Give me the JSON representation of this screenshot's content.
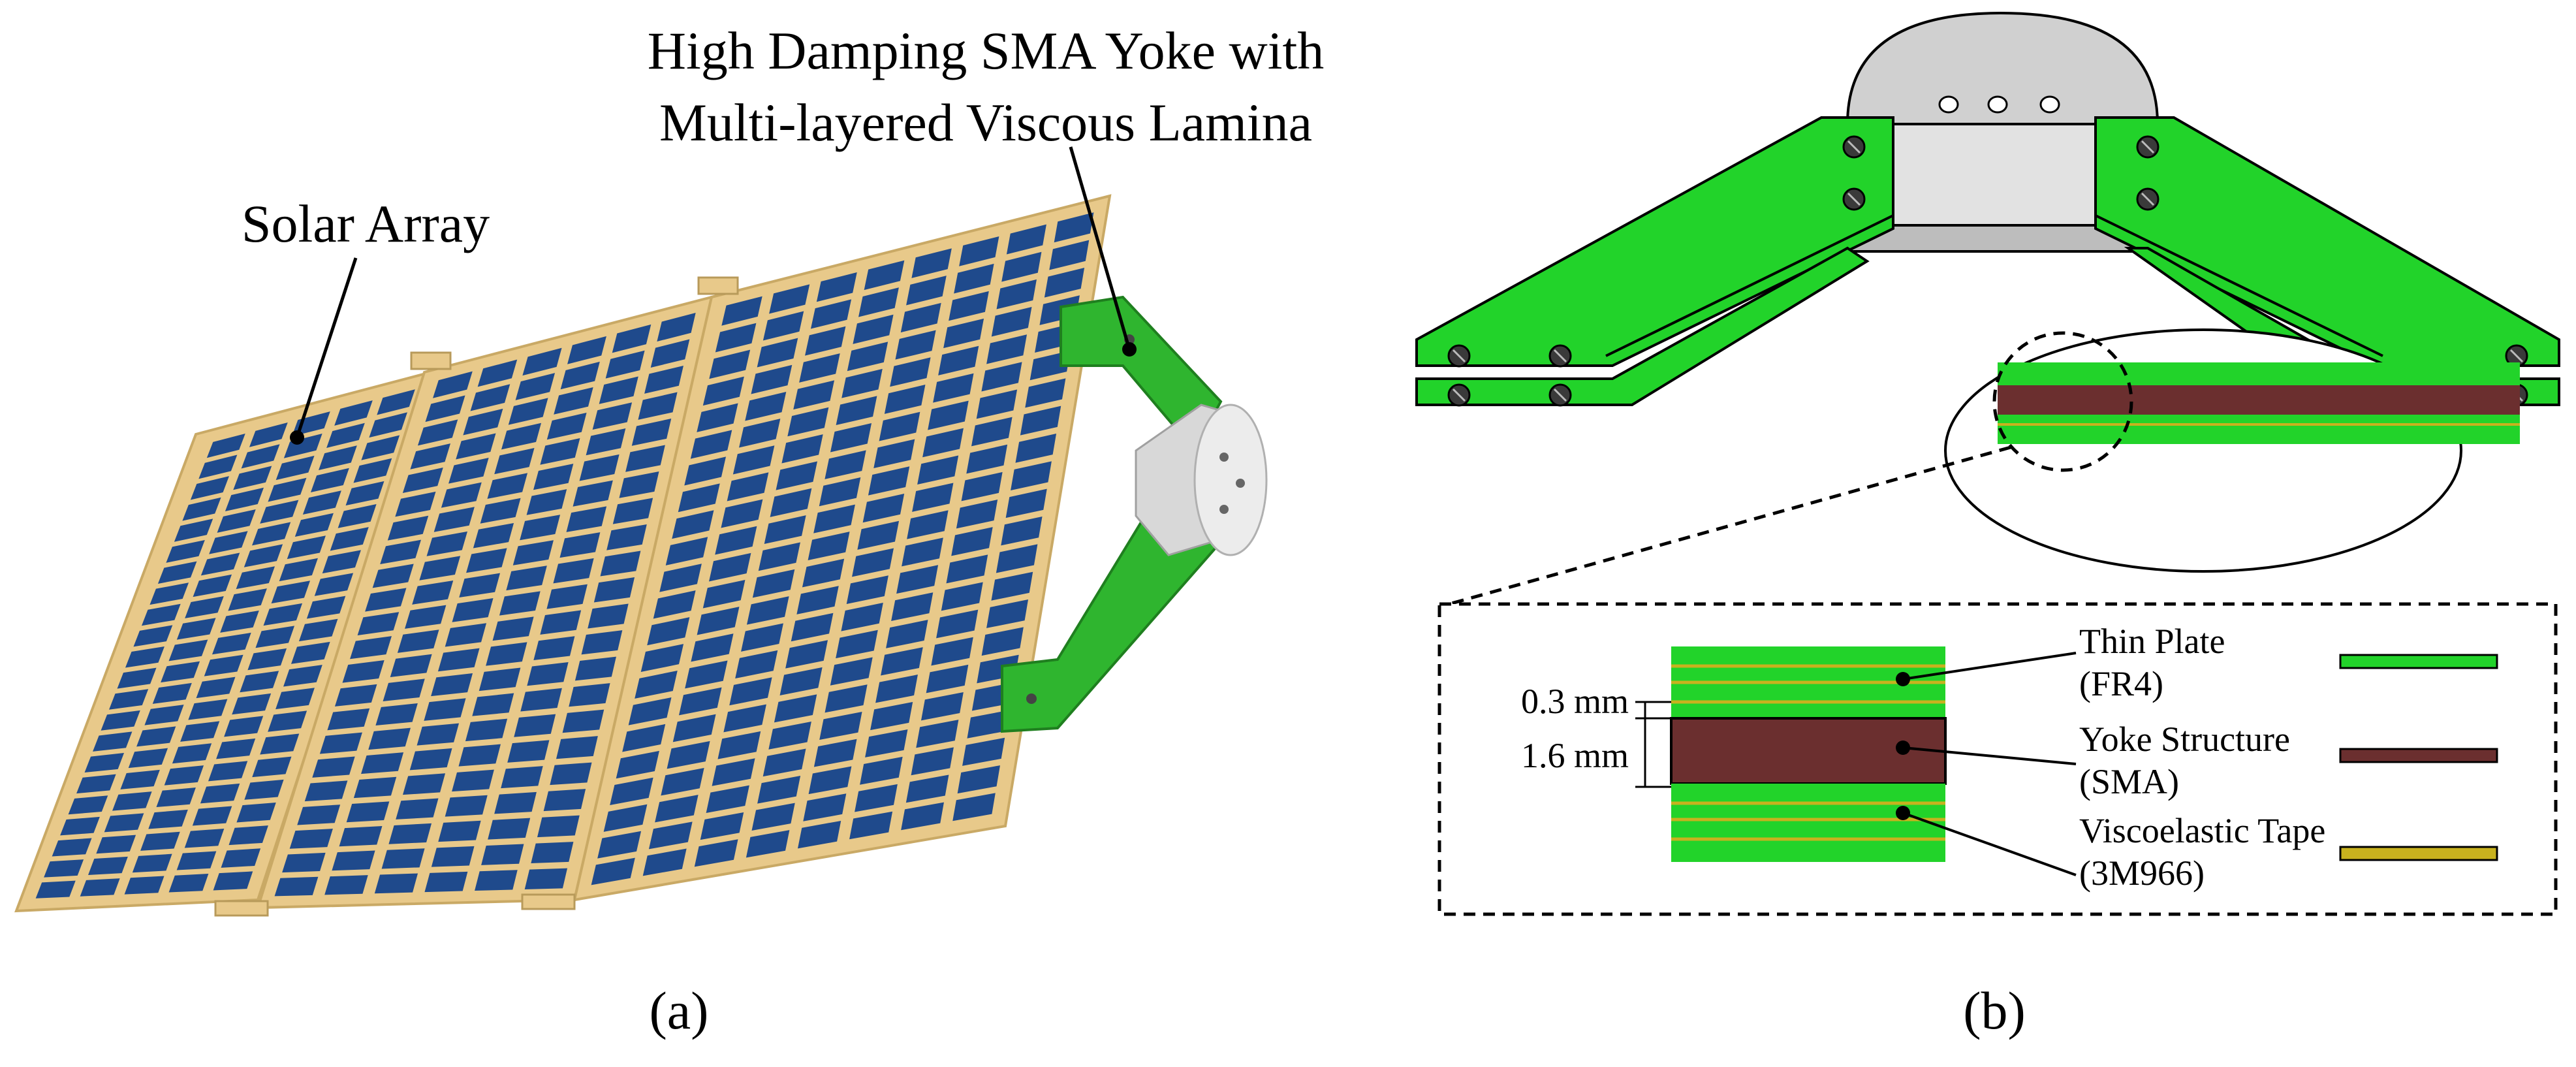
{
  "panel_a": {
    "callout_solar": "Solar Array",
    "callout_yoke_line1": "High Damping SMA Yoke with",
    "callout_yoke_line2": "Multi-layered Viscous Lamina",
    "label": "(a)"
  },
  "panel_b": {
    "label": "(b)",
    "dimension_thin": "0.3 mm",
    "dimension_yoke": "1.6 mm",
    "legend": [
      {
        "title": "Thin Plate",
        "sub": "(FR4)",
        "color": "#22d32a"
      },
      {
        "title": "Yoke Structure",
        "sub": "(SMA)",
        "color": "#6b2f2f"
      },
      {
        "title": "Viscoelastic Tape",
        "sub": "(3M966)",
        "color": "#c8b21e"
      }
    ]
  },
  "colors": {
    "solar_cell": "#1f4a8c",
    "solar_frame": "#e8c98a",
    "yoke_green": "#2fb52f",
    "bright_green": "#22d32a",
    "sma_brown": "#6b2f2f",
    "tape_yellow": "#c8b21e",
    "metal_grey": "#d8d8d8"
  }
}
